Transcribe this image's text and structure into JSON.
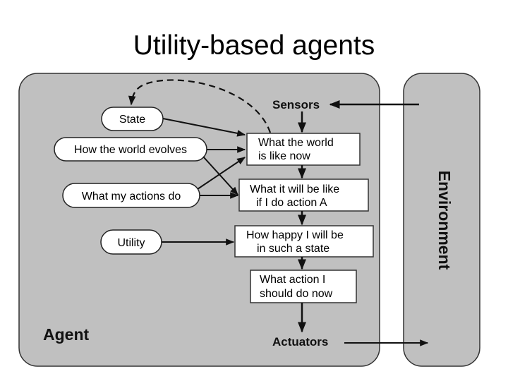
{
  "title": "Utility-based agents",
  "agent": {
    "label": "Agent",
    "sensors_label": "Sensors",
    "actuators_label": "Actuators",
    "knowledge": [
      {
        "id": "state",
        "label": "State"
      },
      {
        "id": "evolves",
        "label": "How the world evolves"
      },
      {
        "id": "actions",
        "label": "What my actions do"
      },
      {
        "id": "utility",
        "label": "Utility"
      }
    ],
    "process": [
      {
        "id": "now",
        "lines": [
          "What the world",
          "is like now"
        ]
      },
      {
        "id": "predict",
        "lines": [
          "What it will be like",
          "if I do action A"
        ]
      },
      {
        "id": "happy",
        "lines": [
          "How happy I will be",
          "in such a state"
        ]
      },
      {
        "id": "decide",
        "lines": [
          "What action I",
          "should do now"
        ]
      }
    ]
  },
  "environment": {
    "label": "Environment"
  },
  "colors": {
    "panel": "#c0c0c0",
    "box": "#ffffff",
    "stroke": "#222222"
  }
}
